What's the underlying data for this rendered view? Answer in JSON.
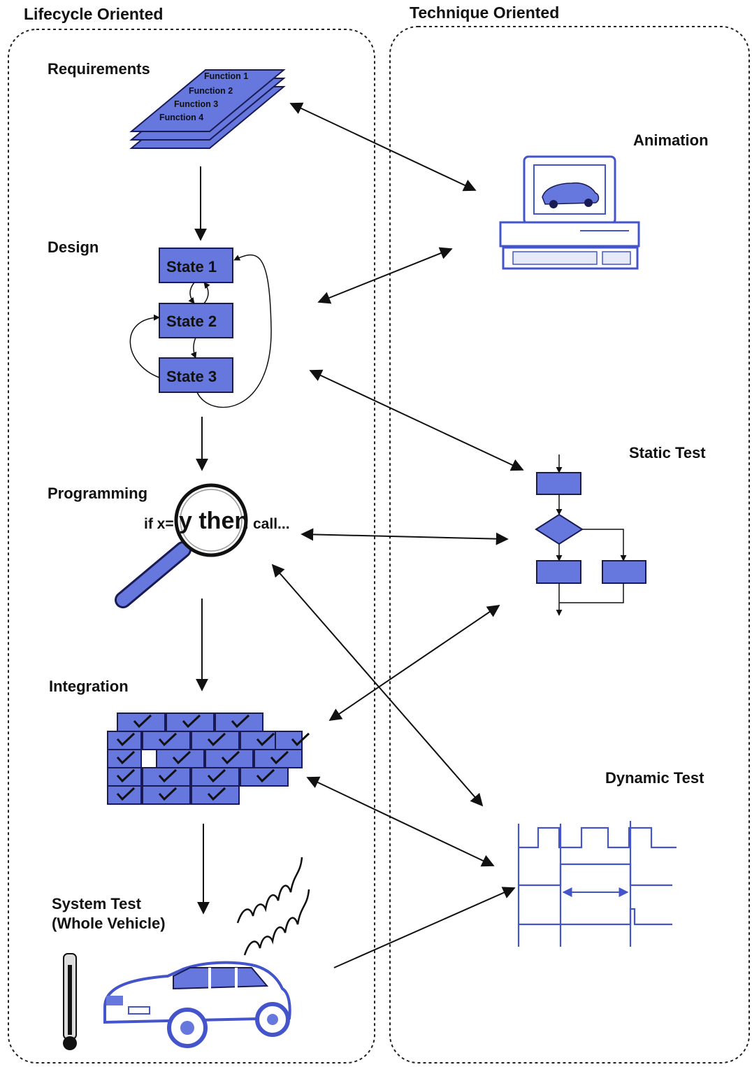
{
  "columns": {
    "lifecycle": "Lifecycle Oriented",
    "technique": "Technique Oriented"
  },
  "phases": {
    "requirements": "Requirements",
    "design": "Design",
    "programming": "Programming",
    "integration": "Integration",
    "system_test_line1": "System Test",
    "system_test_line2": "(Whole Vehicle)"
  },
  "functions": [
    "Function 1",
    "Function 2",
    "Function 3",
    "Function 4"
  ],
  "states": [
    "State 1",
    "State 2",
    "State 3"
  ],
  "code": {
    "prefix": "if x=",
    "magnified": "y then",
    "suffix": "call..."
  },
  "techniques": {
    "animation": "Animation",
    "static_test": "Static Test",
    "dynamic_test": "Dynamic Test"
  },
  "colors": {
    "accent_blue": "#6677dd",
    "line_blue": "#4455cc"
  }
}
